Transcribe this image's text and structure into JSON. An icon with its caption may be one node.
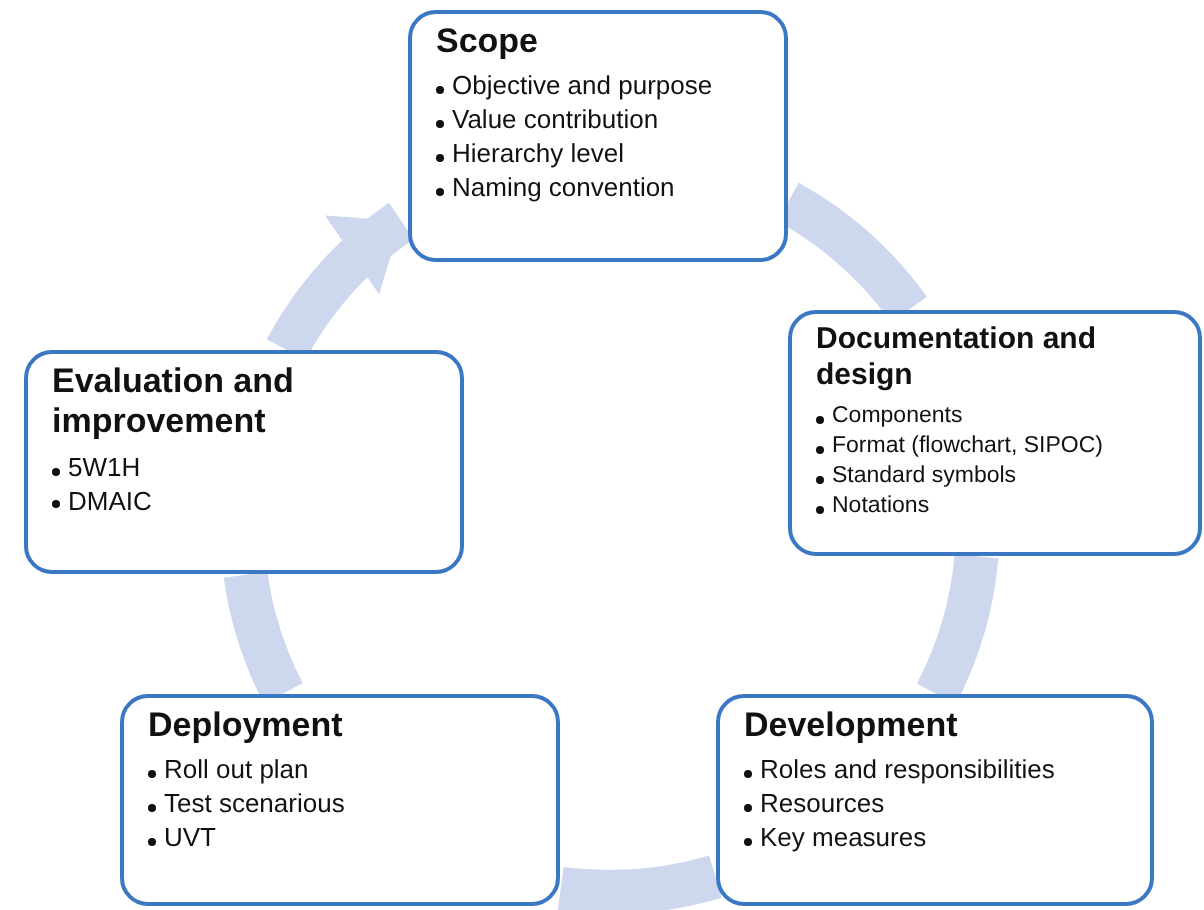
{
  "diagram": {
    "nodes": [
      {
        "text": [
          "Scope",
          "Objective and purpose",
          "Value contribution",
          "Hierarchy level",
          "Naming convention"
        ]
      },
      {
        "text": [
          "Documentation and design",
          "Components",
          "Format (flowchart, SIPOC)",
          "Standard symbols",
          "Notations"
        ]
      },
      {
        "text": [
          "Evaluation and improvement",
          "5W1H",
          "DMAIC"
        ]
      },
      {
        "text": [
          "Deployment",
          "Roll out plan",
          "Test scenarious",
          "UVT"
        ]
      },
      {
        "text": [
          "Development",
          "Roles and responsibilities",
          "Resources",
          "Key measures"
        ]
      }
    ],
    "edges": [
      {
        "from": 0,
        "to": 1,
        "arrow": "none"
      },
      {
        "from": 1,
        "to": 4,
        "arrow": "none"
      },
      {
        "from": 4,
        "to": 3,
        "arrow": "none"
      },
      {
        "from": 3,
        "to": 2,
        "arrow": "none"
      },
      {
        "from": 2,
        "to": 0,
        "arrow": "to"
      }
    ]
  }
}
